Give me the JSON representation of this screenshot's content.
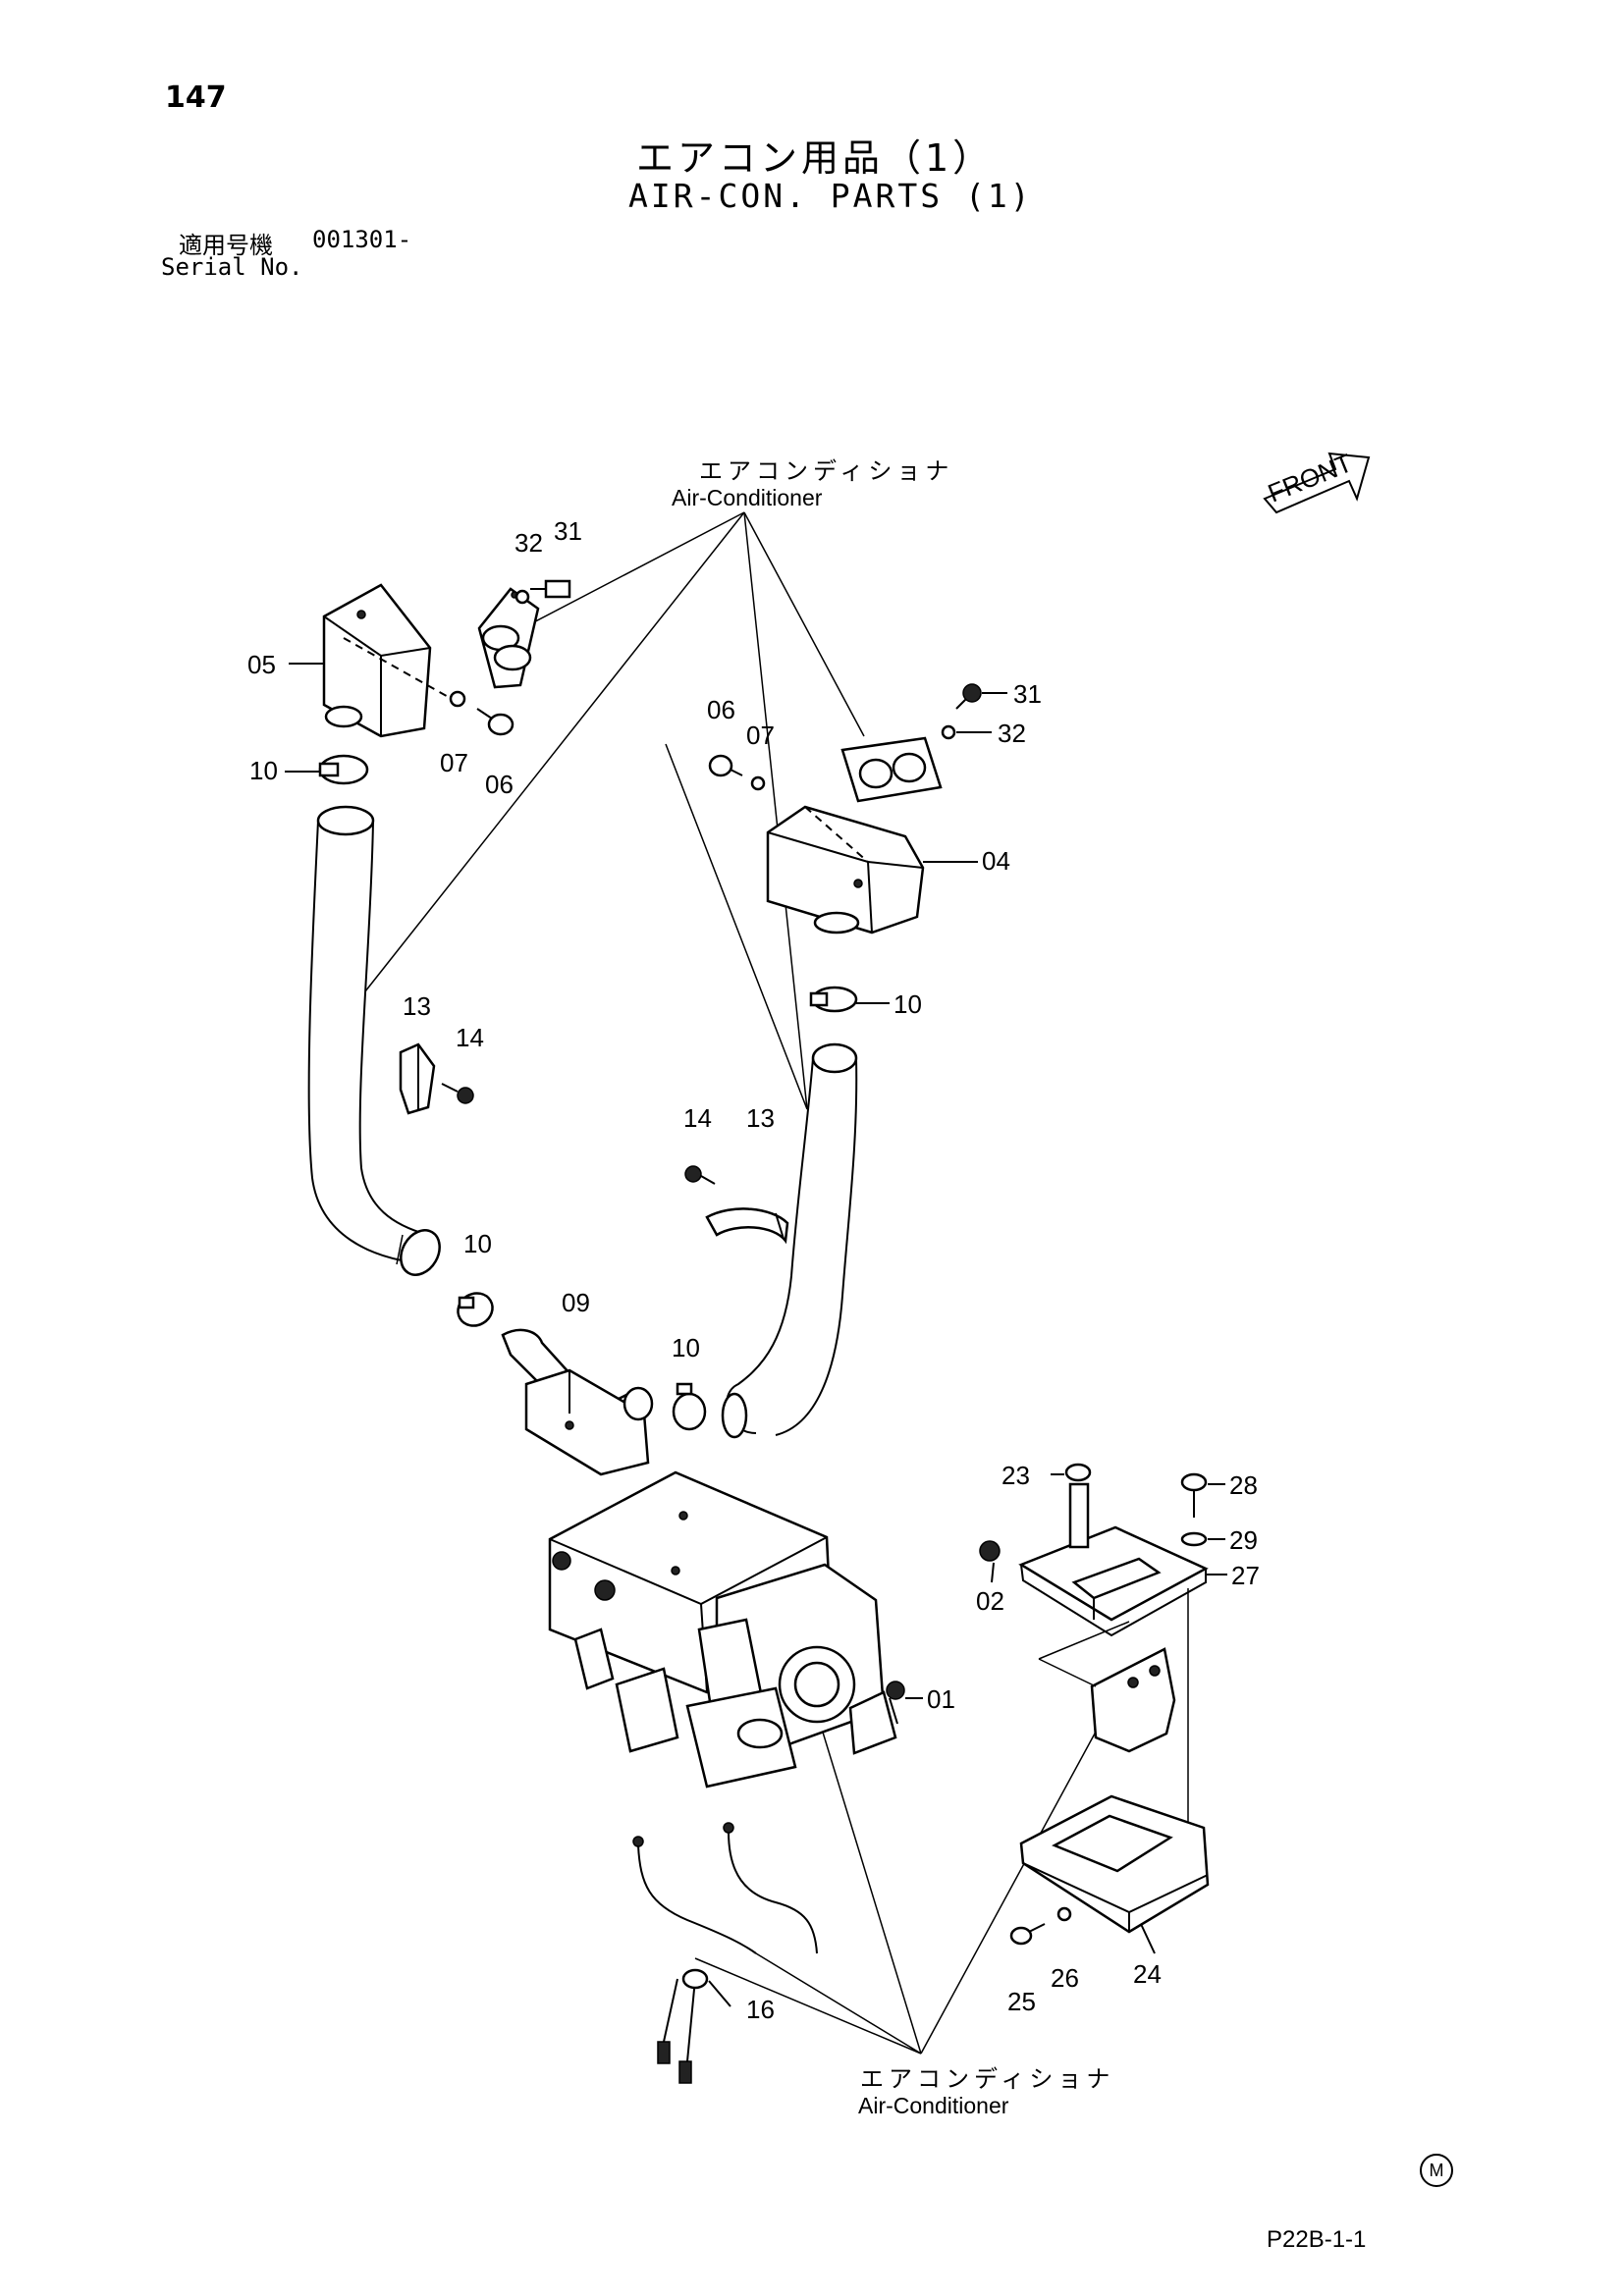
{
  "page_number": "147",
  "title_jp": "エアコン用品（1）",
  "title_en": "AIR-CON. PARTS (1)",
  "serial_label_jp": "適用号機",
  "serial_value": "001301-",
  "serial_label_en": "Serial No.",
  "front_label": "FRONT",
  "callout_top": {
    "jp": "エアコンディショナ",
    "en": "Air-Conditioner"
  },
  "callout_bottom": {
    "jp": "エアコンディショナ",
    "en": "Air-Conditioner"
  },
  "part_labels": {
    "p32a": "32",
    "p31a": "31",
    "p05": "05",
    "p10a": "10",
    "p07a": "07",
    "p06a": "06",
    "p31b": "31",
    "p32b": "32",
    "p06b": "06",
    "p07b": "07",
    "p04": "04",
    "p10b": "10",
    "p13a": "13",
    "p14a": "14",
    "p14b": "14",
    "p13b": "13",
    "p10c": "10",
    "p09": "09",
    "p10d": "10",
    "p23": "23",
    "p28": "28",
    "p29": "29",
    "p27": "27",
    "p02": "02",
    "p01": "01",
    "p16": "16",
    "p25": "25",
    "p26": "26",
    "p24": "24"
  },
  "page_code": "P22B-1-1",
  "mark": "M"
}
